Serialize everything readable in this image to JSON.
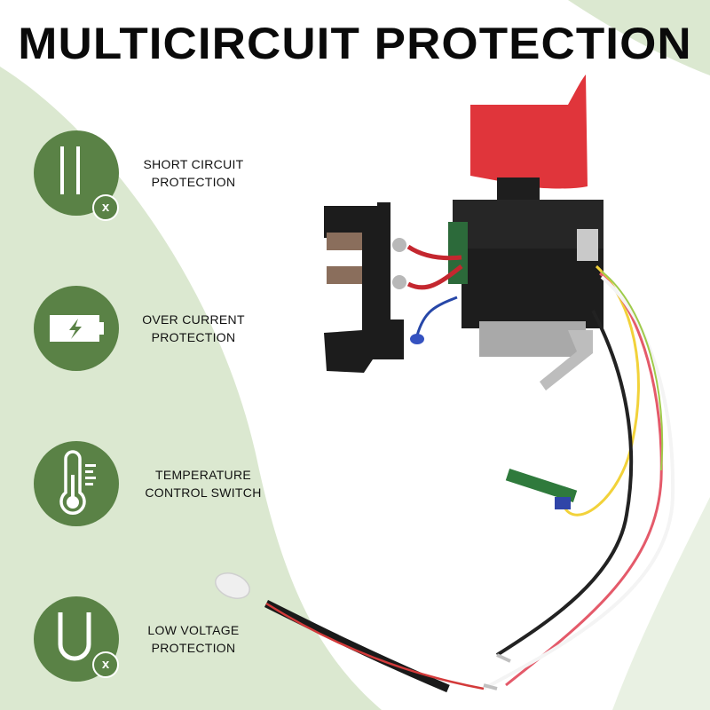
{
  "title": "MULTICIRCUIT PROTECTION",
  "colors": {
    "accent_green": "#5a8246",
    "background_green": "#dbe8d0",
    "trigger_red": "#e0353b"
  },
  "features": [
    {
      "icon": "short-circuit-icon",
      "line1": "SHORT CIRCUIT",
      "line2": "PROTECTION",
      "badge": "x"
    },
    {
      "icon": "battery-charge-icon",
      "line1": "OVER CURRENT",
      "line2": "PROTECTION",
      "badge": ""
    },
    {
      "icon": "thermometer-icon",
      "line1": "TEMPERATURE",
      "line2": "CONTROL SWITCH",
      "badge": ""
    },
    {
      "icon": "voltage-u-icon",
      "line1": "LOW VOLTAGE",
      "line2": "PROTECTION",
      "badge": "x"
    }
  ]
}
